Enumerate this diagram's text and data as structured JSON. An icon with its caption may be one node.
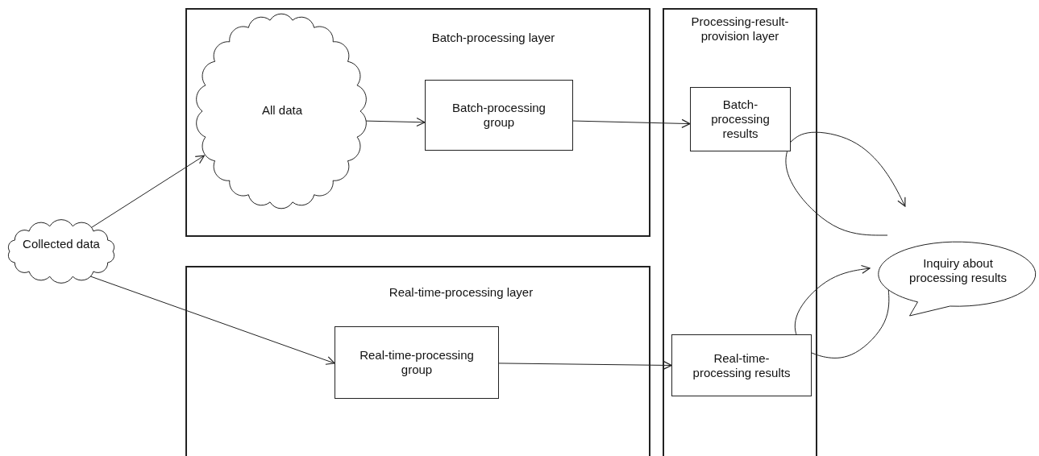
{
  "diagram": {
    "nodes": [
      {
        "text": [
          "Batch-processing layer"
        ]
      },
      {
        "text": [
          "All data"
        ],
        "in": 0
      },
      {
        "text": [
          "Batch-processing group"
        ],
        "in": 0
      },
      {
        "text": [
          "Real-time-processing layer"
        ]
      },
      {
        "text": [
          "Real-time-processing group"
        ],
        "in": 3
      },
      {
        "text": [
          "Processing-result-provision layer"
        ]
      },
      {
        "text": [
          "Batch-processing results"
        ],
        "in": 5
      },
      {
        "text": [
          "Real-time-processing results"
        ],
        "in": 5
      },
      {
        "text": [
          "Collected data"
        ]
      },
      {
        "text": [
          "Inquiry about processing results"
        ]
      }
    ],
    "edges": [
      {
        "from": 8,
        "to": 1,
        "arrow": "to"
      },
      {
        "from": 8,
        "to": 4,
        "arrow": "to"
      },
      {
        "from": 1,
        "to": 2,
        "arrow": "to"
      },
      {
        "from": 2,
        "to": 6,
        "arrow": "to"
      },
      {
        "from": 4,
        "to": 7,
        "arrow": "to"
      },
      {
        "from": 6,
        "to": 9,
        "arrow": "to"
      },
      {
        "from": 7,
        "to": 9,
        "arrow": "to"
      }
    ]
  }
}
